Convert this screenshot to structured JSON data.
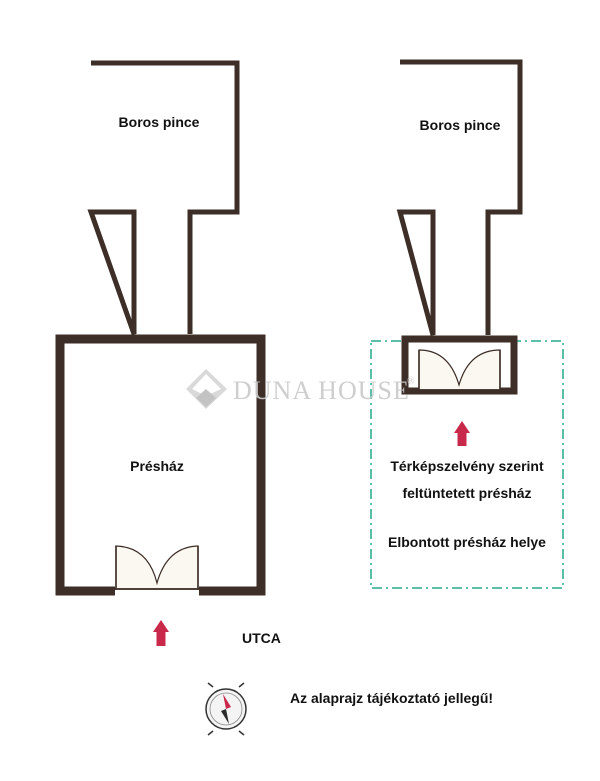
{
  "labels": {
    "left_cellar": "Boros pince",
    "right_cellar": "Boros pince",
    "press_house": "Présház",
    "map_note_line1": "Térképszelvény szerint",
    "map_note_line2": "feltüntetett présház",
    "demolished": "Elbontott présház helye",
    "street": "UTCA",
    "disclaimer": "Az alaprajz tájékoztató jellegű!",
    "watermark": "DUNA HOUSE",
    "watermark_mark": "®"
  },
  "colors": {
    "wall": "#3d2e27",
    "door": "#fbf8f2",
    "arrow": "#c8294a",
    "dashed_outline": "#5dbfa8",
    "watermark": "#c9c9c9"
  },
  "icons": {
    "compass": "compass-icon",
    "arrow": "arrow-up-icon",
    "logo": "duna-house-logo"
  }
}
